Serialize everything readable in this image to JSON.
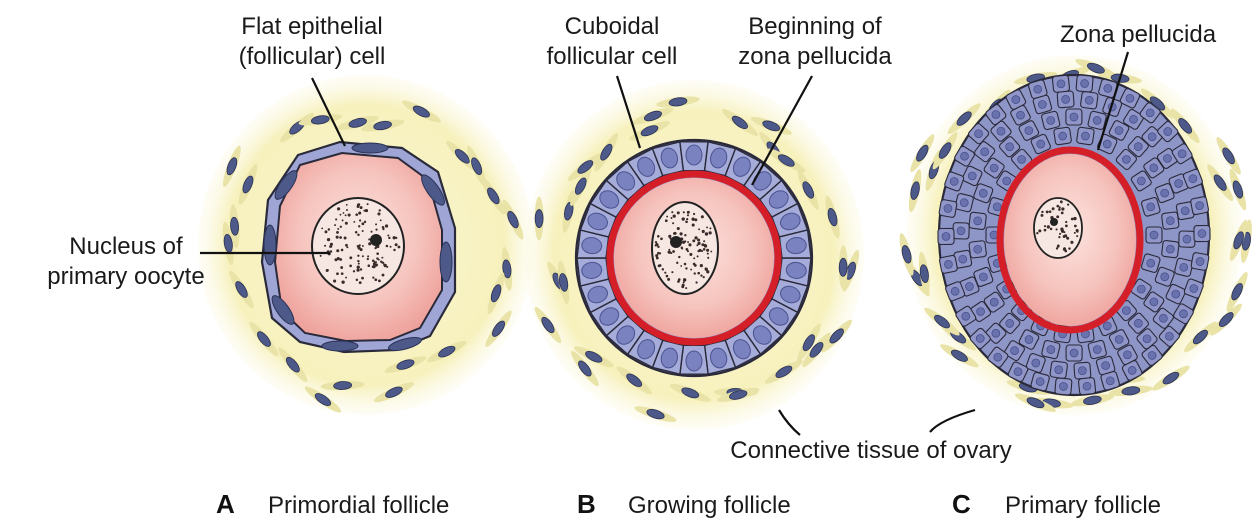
{
  "panels": [
    {
      "letter": "A",
      "caption": "Primordial follicle"
    },
    {
      "letter": "B",
      "caption": "Growing follicle"
    },
    {
      "letter": "C",
      "caption": "Primary follicle"
    }
  ],
  "labels": {
    "flat_epithelial_1": "Flat epithelial",
    "flat_epithelial_2": "(follicular) cell",
    "nucleus_1": "Nucleus of",
    "nucleus_2": "primary oocyte",
    "cuboidal_1": "Cuboidal",
    "cuboidal_2": "follicular cell",
    "beginning_1": "Beginning of",
    "beginning_2": "zona pellucida",
    "zona": "Zona pellucida",
    "connective": "Connective tissue of ovary"
  },
  "colors": {
    "connective_tissue": "#f7f3c4",
    "oocyte": "#f3b9b3",
    "follicular_cells": "#8e95c7",
    "cell_nuclei": "#4d5988",
    "zona_pellucida": "#d41f28"
  }
}
